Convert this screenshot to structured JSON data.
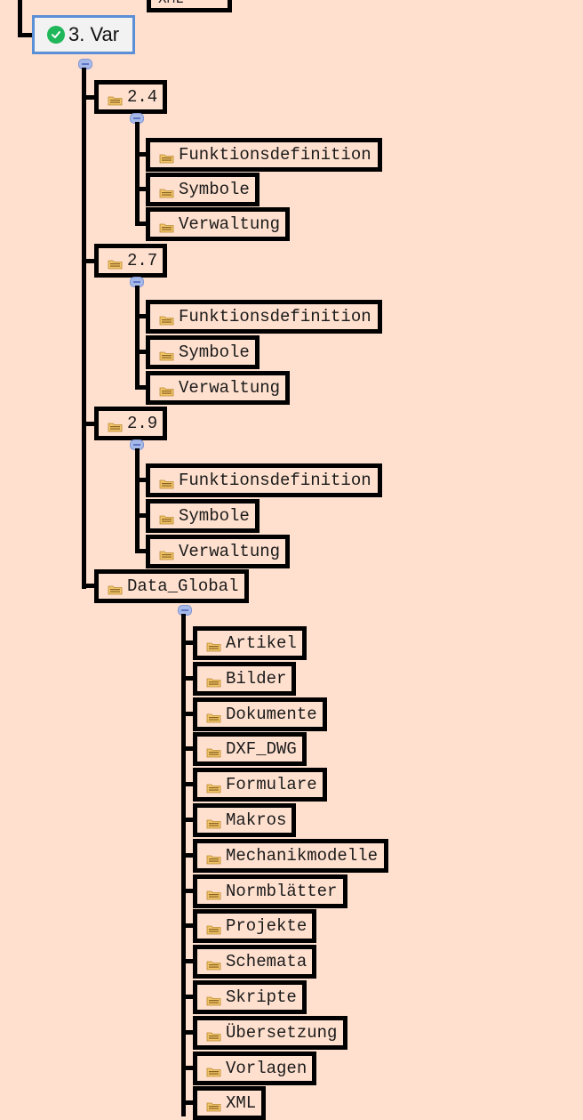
{
  "root": {
    "label": "3. Var"
  },
  "partial_top": {
    "label": "XML"
  },
  "versions": [
    {
      "label": "2.4",
      "children": [
        "Funktionsdefinition",
        "Symbole",
        "Verwaltung"
      ]
    },
    {
      "label": "2.7",
      "children": [
        "Funktionsdefinition",
        "Symbole",
        "Verwaltung"
      ]
    },
    {
      "label": "2.9",
      "children": [
        "Funktionsdefinition",
        "Symbole",
        "Verwaltung"
      ]
    }
  ],
  "global": {
    "label": "Data_Global",
    "children": [
      "Artikel",
      "Bilder",
      "Dokumente",
      "DXF_DWG",
      "Formulare",
      "Makros",
      "Mechanikmodelle",
      "Normblätter",
      "Projekte",
      "Schemata",
      "Skripte",
      "Übersetzung",
      "Vorlagen",
      "XML"
    ]
  },
  "icons": {
    "folder": "folder-icon",
    "root_status": "check-circle-icon",
    "toggle": "collapse-toggle-icon"
  },
  "colors": {
    "background": "#FFE0CF",
    "folder": "#F2C46A",
    "selected_border": "#5B8FD6",
    "check": "#1FB75A"
  }
}
